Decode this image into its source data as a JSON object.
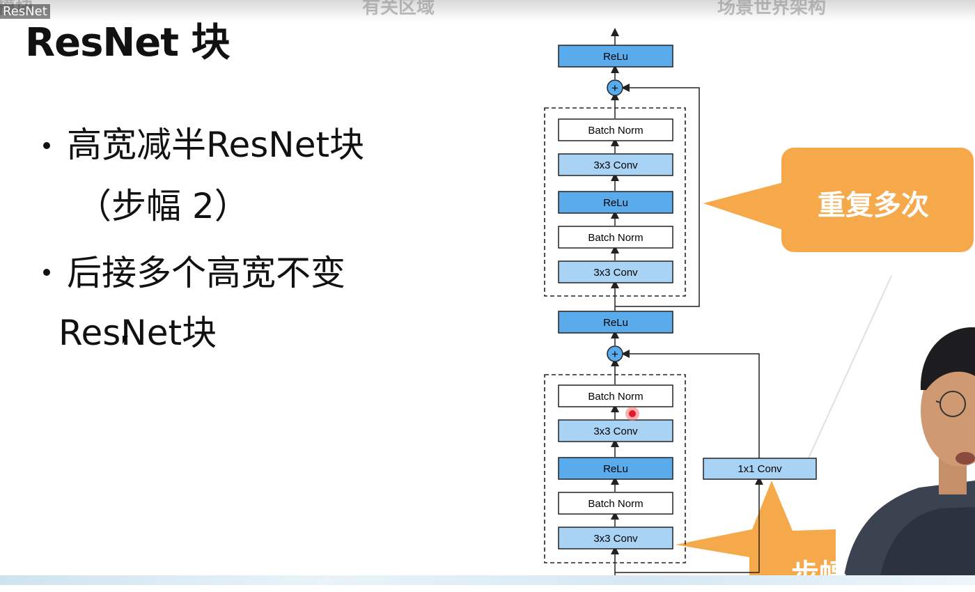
{
  "top_fragments": [
    "模块",
    "有关区域",
    "场景世界架构"
  ],
  "corner_tag": "ResNet",
  "title": "ResNet 块",
  "bullets": [
    {
      "line1": "高宽减半ResNet块",
      "line2": "（步幅 2）"
    },
    {
      "line1": "后接多个高宽不变",
      "line2": "ResNet块"
    }
  ],
  "diagram": {
    "upper_block": [
      "ReLu",
      "Batch Norm",
      "3x3 Conv",
      "ReLu",
      "Batch Norm",
      "3x3 Conv"
    ],
    "middle_relu": "ReLu",
    "lower_block": [
      "Batch Norm",
      "3x3 Conv",
      "ReLu",
      "Batch Norm",
      "3x3 Conv"
    ],
    "shortcut_conv": "1x1 Conv",
    "add_symbol": "+"
  },
  "callouts": {
    "repeat": "重复多次",
    "stride": "步幅"
  },
  "colors": {
    "relu_fill": "#5aabec",
    "conv_fill": "#a9d3f5",
    "norm_fill": "#ffffff",
    "callout_orange": "#f6a94b",
    "accent_text": "#111111"
  }
}
